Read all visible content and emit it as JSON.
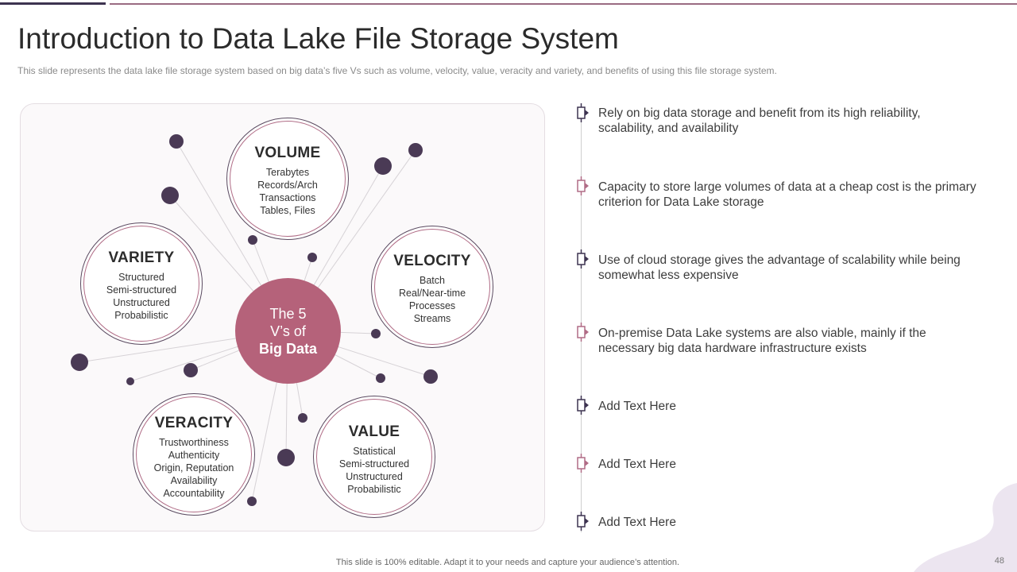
{
  "header": {
    "title": "Introduction to Data Lake File Storage System",
    "subtitle": "This slide represents the data lake file storage system based on big data’s five Vs such as volume, velocity, value, veracity and variety, and benefits of using this file storage system."
  },
  "diagram": {
    "center": {
      "line1": "The 5",
      "line2": "V’s of",
      "line3": "Big Data"
    },
    "volume": {
      "title": "VOLUME",
      "lines": [
        "Terabytes",
        "Records/Arch",
        "Transactions",
        "Tables, Files"
      ]
    },
    "velocity": {
      "title": "VELOCITY",
      "lines": [
        "Batch",
        "Real/Near-time",
        "Processes",
        "Streams"
      ]
    },
    "variety": {
      "title": "VARIETY",
      "lines": [
        "Structured",
        "Semi-structured",
        "Unstructured",
        "Probabilistic"
      ]
    },
    "veracity": {
      "title": "VERACITY",
      "lines": [
        "Trustworthiness",
        "Authenticity",
        "Origin, Reputation",
        "Availability",
        "Accountability"
      ]
    },
    "value": {
      "title": "VALUE",
      "lines": [
        "Statistical",
        "Semi-structured",
        "Unstructured",
        "Probabilistic"
      ]
    }
  },
  "benefits": [
    {
      "lines": [
        "Rely on big data storage and benefit from its high reliability,",
        "scalability, and availability"
      ]
    },
    {
      "lines": [
        "Capacity to store large volumes  of data at a cheap cost is the primary",
        "criterion for Data Lake storage"
      ]
    },
    {
      "lines": [
        "Use of cloud storage gives the advantage of scalability while being",
        "somewhat less expensive"
      ]
    },
    {
      "lines": [
        "On-premise Data Lake systems are also viable, mainly if the",
        "necessary big data hardware infrastructure  exists"
      ]
    },
    {
      "lines": [
        "Add Text Here"
      ]
    },
    {
      "lines": [
        "Add Text Here"
      ]
    },
    {
      "lines": [
        "Add Text Here"
      ]
    }
  ],
  "footer": {
    "note": "This slide is 100% editable. Adapt it to your needs and capture your audience’s attention.",
    "page": "48"
  },
  "colors": {
    "accent": "#b5627a",
    "dark": "#3d3350",
    "pink": "#b06c86"
  }
}
